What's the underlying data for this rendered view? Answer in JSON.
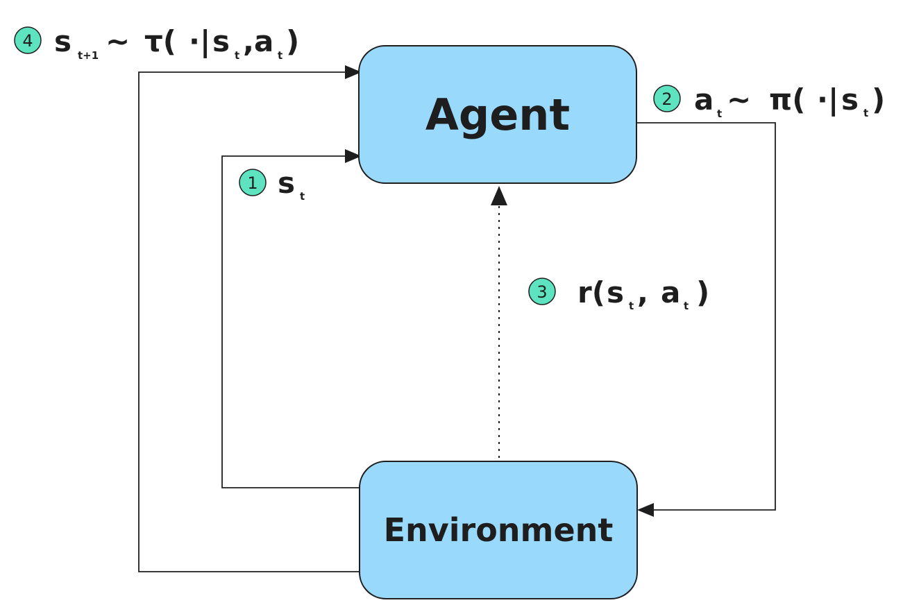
{
  "nodes": {
    "agent": {
      "label": "Agent",
      "fill": "#99d9fb"
    },
    "environment": {
      "label": "Environment",
      "fill": "#99d9fb"
    }
  },
  "annotations": {
    "state": {
      "badge": "1",
      "symbol": "s",
      "sub": "t"
    },
    "action": {
      "badge": "2",
      "a": "a",
      "a_sub": "t",
      "tilde": "~",
      "policy": "π(",
      "dot_bar": "·|",
      "s": "s",
      "s_sub": "t",
      "close": ")"
    },
    "reward": {
      "badge": "3",
      "r_open": "r(",
      "s": "s",
      "s_sub": "t",
      "comma": ",",
      "a": "a",
      "a_sub": "t",
      "close": ")"
    },
    "transition": {
      "badge": "4",
      "s": "s",
      "s_sub": "t+1",
      "tilde": "~",
      "tau": "τ(",
      "dot_bar": "·|",
      "s2": "s",
      "s2_sub": "t",
      "comma": ",",
      "a": "a",
      "a_sub": "t",
      "close": ")"
    }
  },
  "colors": {
    "node_fill": "#99d9fb",
    "badge_fill": "#5ee3c0",
    "stroke": "#1e1e1e"
  }
}
